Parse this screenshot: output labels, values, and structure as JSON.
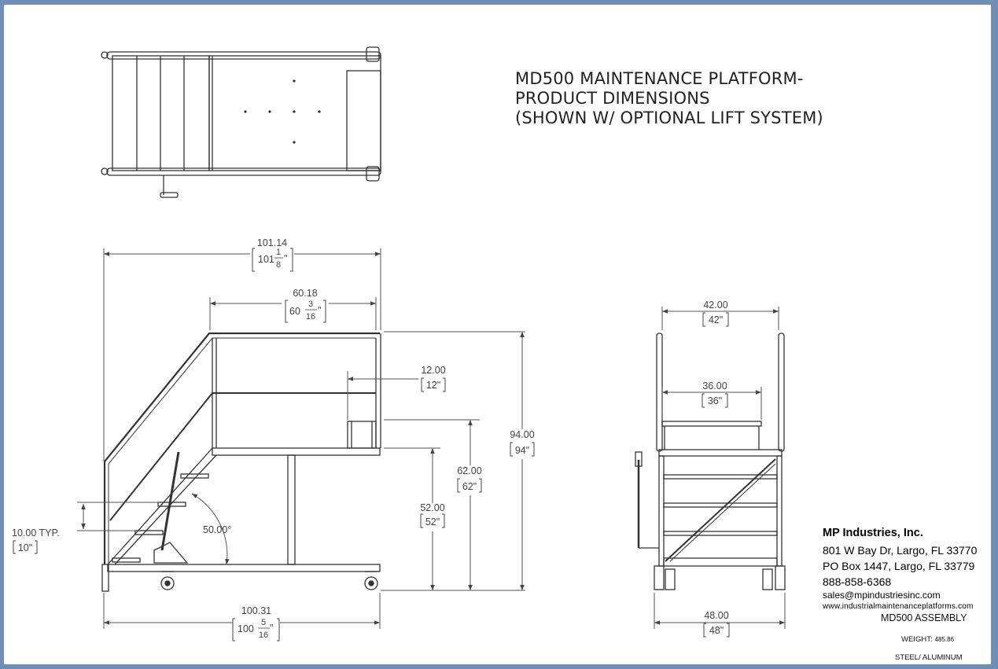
{
  "title": {
    "line1": "MD500 MAINTENANCE PLATFORM-",
    "line2": "PRODUCT DIMENSIONS",
    "line3": "(SHOWN W/ OPTIONAL LIFT SYSTEM)"
  },
  "dimensions": {
    "overall_length": {
      "decimal": "101.14",
      "whole": "101",
      "num": "1",
      "den": "8"
    },
    "platform_length": {
      "decimal": "60.18",
      "whole": "60",
      "num": "3",
      "den": "16"
    },
    "step_depth": {
      "decimal": "12.00",
      "bracket": "12\""
    },
    "overall_height": {
      "decimal": "94.00",
      "bracket": "94\""
    },
    "rail_height": {
      "decimal": "62.00",
      "bracket": "62\""
    },
    "platform_height": {
      "decimal": "52.00",
      "bracket": "52\""
    },
    "rise": {
      "decimal": "10.00 TYP.",
      "bracket": "10\""
    },
    "angle": "50.00°",
    "base_length": {
      "decimal": "100.31",
      "whole": "100",
      "num": "5",
      "den": "16"
    },
    "overall_width": {
      "decimal": "42.00",
      "bracket": "42\""
    },
    "inner_width": {
      "decimal": "36.00",
      "bracket": "36\""
    },
    "base_width": {
      "decimal": "48.00",
      "bracket": "48\""
    }
  },
  "company": {
    "name": "MP Industries, Inc.",
    "address1": "801 W Bay Dr, Largo, FL 33770",
    "address2": "PO Box 1447, Largo, FL 33779",
    "phone": "888-858-6368",
    "email": "sales@mpindustriesinc.com",
    "website": "www.industrialmaintenanceplatforms.com"
  },
  "assembly": "MD500 ASSEMBLY",
  "weight_label": "WEIGHT:",
  "weight_value": "485.86",
  "material": "STEEL/ ALUMINUM"
}
